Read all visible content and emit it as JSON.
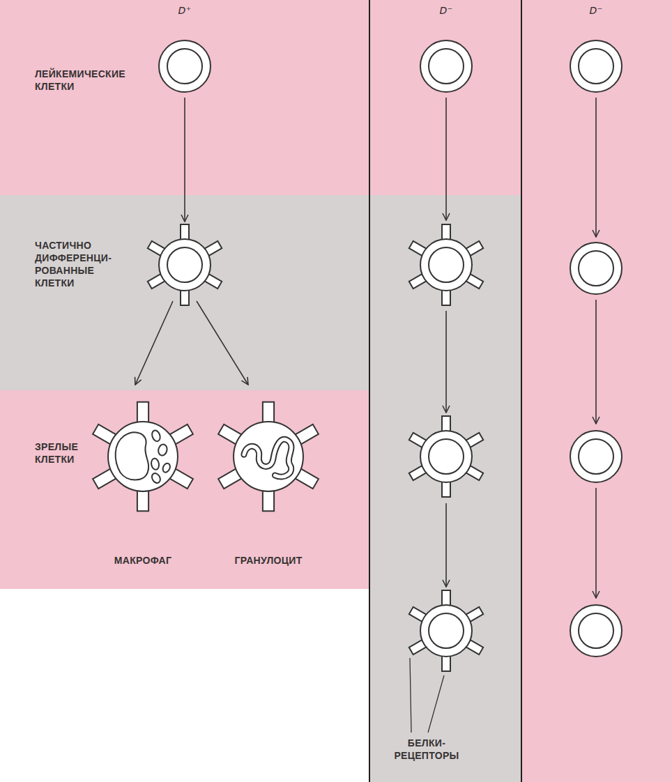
{
  "diagram": {
    "nodes": [
      {
        "text": [
          "ЛЕЙКЕМИЧЕСКИЕ КЛЕТКИ"
        ]
      },
      {
        "text": [
          "ЧАСТИЧНО ДИФФЕРЕНЦИ- РОВАННЫЕ КЛЕТКИ"
        ]
      },
      {
        "text": [
          "ЗРЕЛЫЕ КЛЕТКИ"
        ]
      },
      {
        "text": [
          "МАКРОФАГ"
        ],
        "in": 2
      },
      {
        "text": [
          "ГРАНУЛОЦИТ"
        ],
        "in": 2
      }
    ],
    "labels": [
      "D⁺",
      "D⁻",
      "D⁻",
      "БЕЛКИ- РЕЦЕПТОРЫ"
    ]
  }
}
